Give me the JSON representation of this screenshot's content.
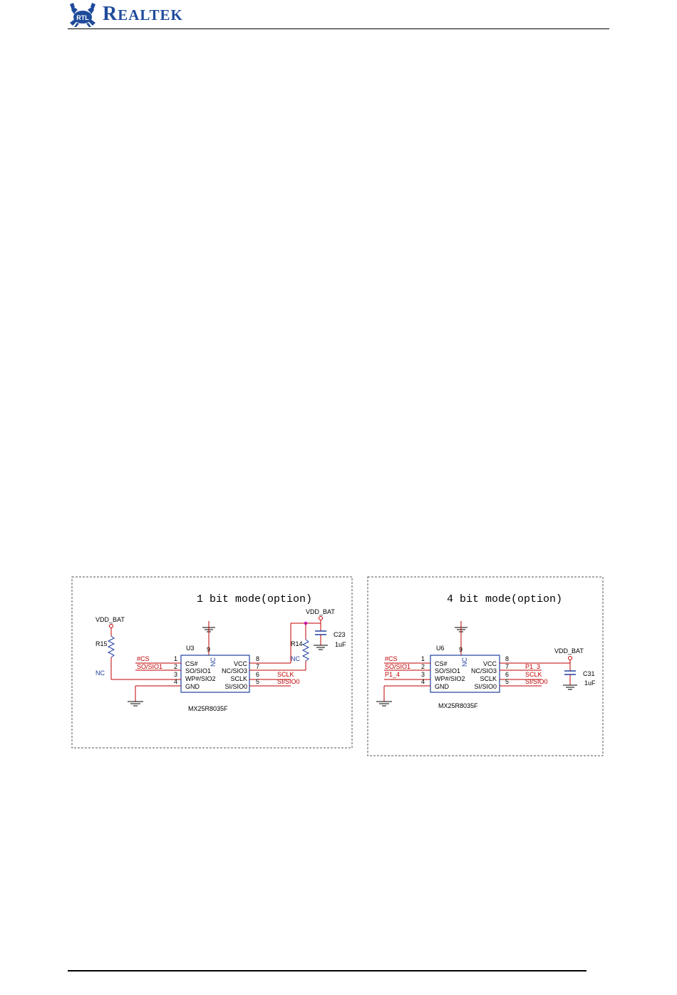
{
  "header": {
    "brand": "Realtek",
    "brand_first": "R",
    "brand_rest": "EALTEK"
  },
  "colors": {
    "brand": "#1f4b9b",
    "wire": "#c00000",
    "component": "#1f3f9f",
    "junction": "#cc00cc"
  },
  "left_panel": {
    "title": "1 bit mode(option)",
    "chip": {
      "ref": "U3",
      "part": "MX25R8035F",
      "pins_left": [
        {
          "num": "1",
          "name": "CS#",
          "net": "#CS"
        },
        {
          "num": "2",
          "name": "SO/SIO1",
          "net": "SO/SIO1"
        },
        {
          "num": "3",
          "name": "WP#/SIO2",
          "net": ""
        },
        {
          "num": "4",
          "name": "GND",
          "net": ""
        }
      ],
      "pins_right": [
        {
          "num": "8",
          "name": "VCC",
          "net": ""
        },
        {
          "num": "7",
          "name": "NC/SIO3",
          "net": ""
        },
        {
          "num": "6",
          "name": "SCLK",
          "net": "SCLK"
        },
        {
          "num": "5",
          "name": "SI/SIO0",
          "net": "SI/SIO0"
        }
      ],
      "top_pin": {
        "num": "9",
        "name": "NC"
      }
    },
    "r15": {
      "ref": "R15",
      "value": "NC",
      "rail": "VDD_BAT"
    },
    "r14": {
      "ref": "R14",
      "value": "NC"
    },
    "c23": {
      "ref": "C23",
      "value": "1uF"
    },
    "vcc_rail": "VDD_BAT"
  },
  "right_panel": {
    "title": "4 bit mode(option)",
    "chip": {
      "ref": "U6",
      "part": "MX25R8035F",
      "pins_left": [
        {
          "num": "1",
          "name": "CS#",
          "net": "#CS"
        },
        {
          "num": "2",
          "name": "SO/SIO1",
          "net": "SO/SIO1"
        },
        {
          "num": "3",
          "name": "WP#/SIO2",
          "net": "P1_4"
        },
        {
          "num": "4",
          "name": "GND",
          "net": ""
        }
      ],
      "pins_right": [
        {
          "num": "8",
          "name": "VCC",
          "net": ""
        },
        {
          "num": "7",
          "name": "NC/SIO3",
          "net": "P1_3"
        },
        {
          "num": "6",
          "name": "SCLK",
          "net": "SCLK"
        },
        {
          "num": "5",
          "name": "SI/SIO0",
          "net": "SI/SIO0"
        }
      ],
      "top_pin": {
        "num": "9",
        "name": "NC"
      }
    },
    "c31": {
      "ref": "C31",
      "value": "1uF"
    },
    "vcc_rail": "VDD_BAT"
  }
}
